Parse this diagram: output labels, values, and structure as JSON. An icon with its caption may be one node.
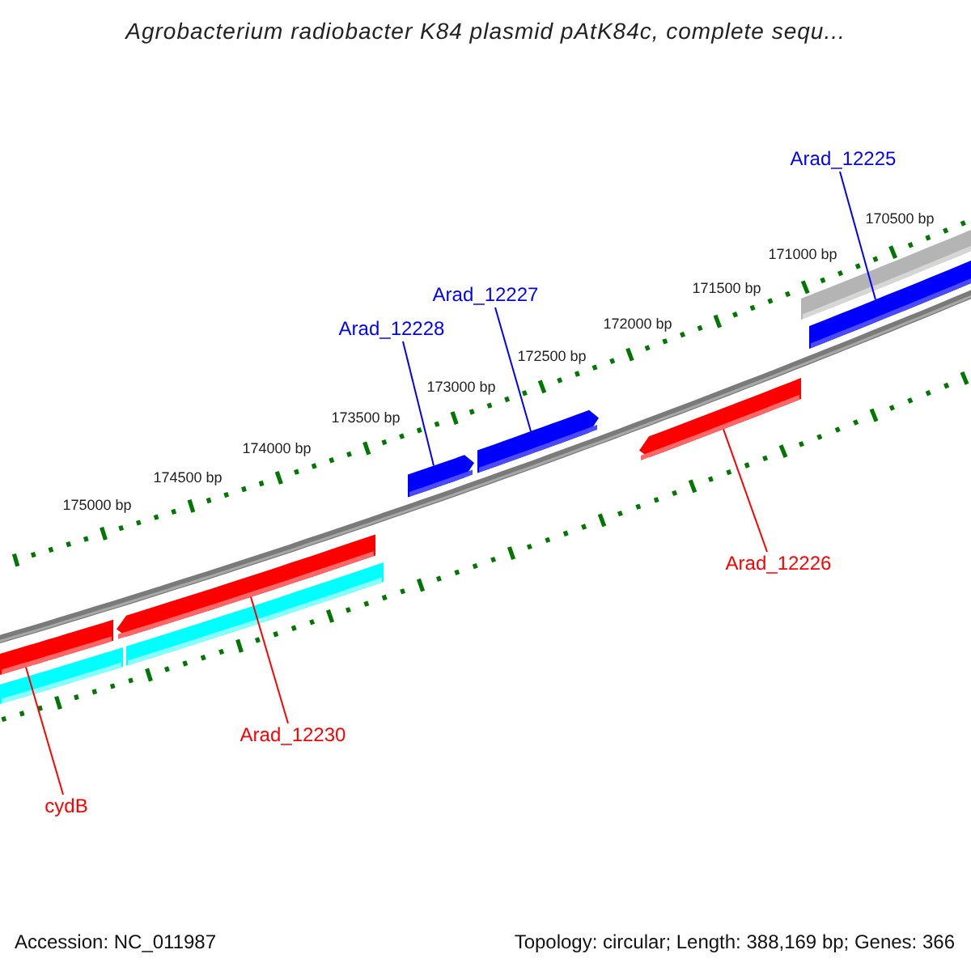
{
  "diagram": {
    "title": "Agrobacterium radiobacter K84 plasmid pAtK84c, complete sequ...",
    "nodes": [
      {
        "text": [
          "Arad_12225"
        ]
      },
      {
        "text": [
          "Arad_12227"
        ]
      },
      {
        "text": [
          "Arad_12228"
        ]
      },
      {
        "text": [],
        "shape": "bar"
      },
      {
        "text": [],
        "shape": "bar"
      },
      {
        "text": [],
        "shape": "bar"
      },
      {
        "text": [],
        "shape": "bar"
      },
      {
        "text": [],
        "shape": "bar"
      },
      {
        "text": [],
        "shape": "bar"
      },
      {
        "text": [],
        "shape": "bar"
      },
      {
        "text": [],
        "shape": "bar"
      },
      {
        "text": [],
        "shape": "bar"
      },
      {
        "text": [
          "Arad_12226"
        ]
      },
      {
        "text": [
          "Arad_12230"
        ]
      },
      {
        "text": [
          "cydB"
        ]
      }
    ],
    "edges": [
      {
        "from": 0,
        "to": 4,
        "arrow": "none"
      },
      {
        "from": 1,
        "to": 6,
        "arrow": "none"
      },
      {
        "from": 2,
        "to": 5,
        "arrow": "none"
      },
      {
        "from": 12,
        "to": 7,
        "arrow": "none",
        "color": "#ff0000"
      },
      {
        "from": 13,
        "to": 9,
        "arrow": "none",
        "color": "#ff0000"
      },
      {
        "from": 14,
        "to": 8,
        "arrow": "none",
        "color": "#ff0000"
      }
    ],
    "labels": [
      "170500 bp",
      "171000 bp",
      "171500 bp",
      "172000 bp",
      "172500 bp",
      "173000 bp",
      "173500 bp",
      "174000 bp",
      "174500 bp",
      "175000 bp",
      "Accession: NC_011987",
      "Topology: circular; Length: 388,169 bp; Genes: 366"
    ]
  }
}
